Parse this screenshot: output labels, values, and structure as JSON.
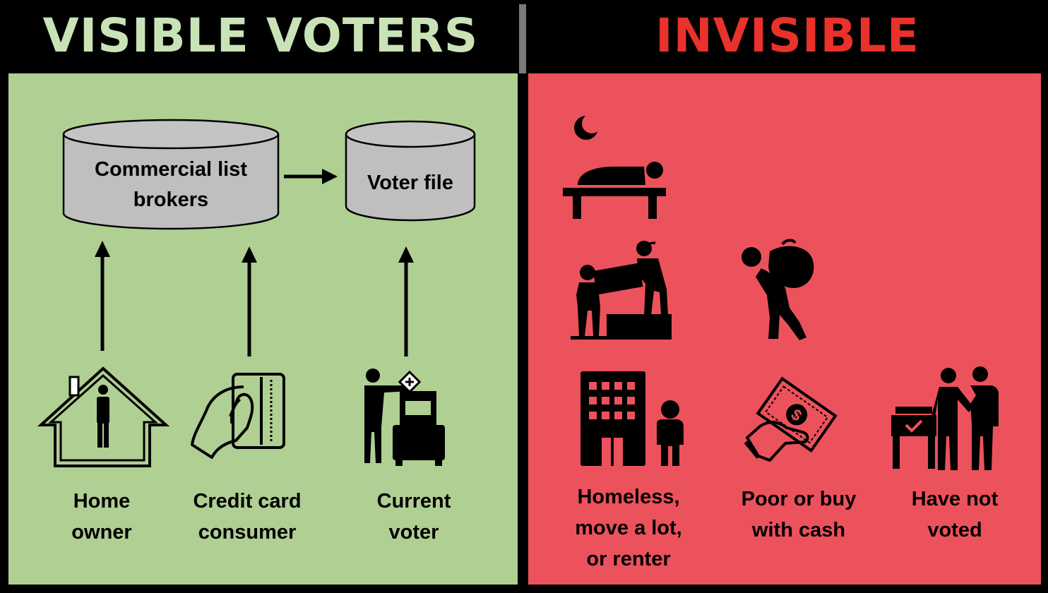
{
  "headers": {
    "visible": "VISIBLE VOTERS",
    "invisible": "INVISIBLE"
  },
  "visible": {
    "databases": {
      "brokers": "Commercial list\nbrokers",
      "voter_file": "Voter file"
    },
    "sources": [
      {
        "label": "Home\nowner",
        "icon": "house-person-icon"
      },
      {
        "label": "Credit card\nconsumer",
        "icon": "hand-credit-card-icon"
      },
      {
        "label": "Current\nvoter",
        "icon": "voter-ballot-box-icon"
      }
    ]
  },
  "invisible": {
    "groups": [
      {
        "label": "Homeless,\nmove a lot,\nor renter",
        "icon": "building-person-icon"
      },
      {
        "label": "Poor or buy\nwith cash",
        "icon": "hand-cash-icon"
      },
      {
        "label": "Have not\nvoted",
        "icon": "people-ballot-table-icon"
      }
    ],
    "icons": [
      "moon-sleeping-bench-icon",
      "moving-box-icon",
      "person-carrying-sack-icon"
    ]
  },
  "colors": {
    "visible_header": "#c9e3b7",
    "invisible_header": "#e8322b",
    "visible_panel": "#b0cf93",
    "invisible_panel": "#ec525c",
    "database_fill": "#bfbfbf"
  }
}
